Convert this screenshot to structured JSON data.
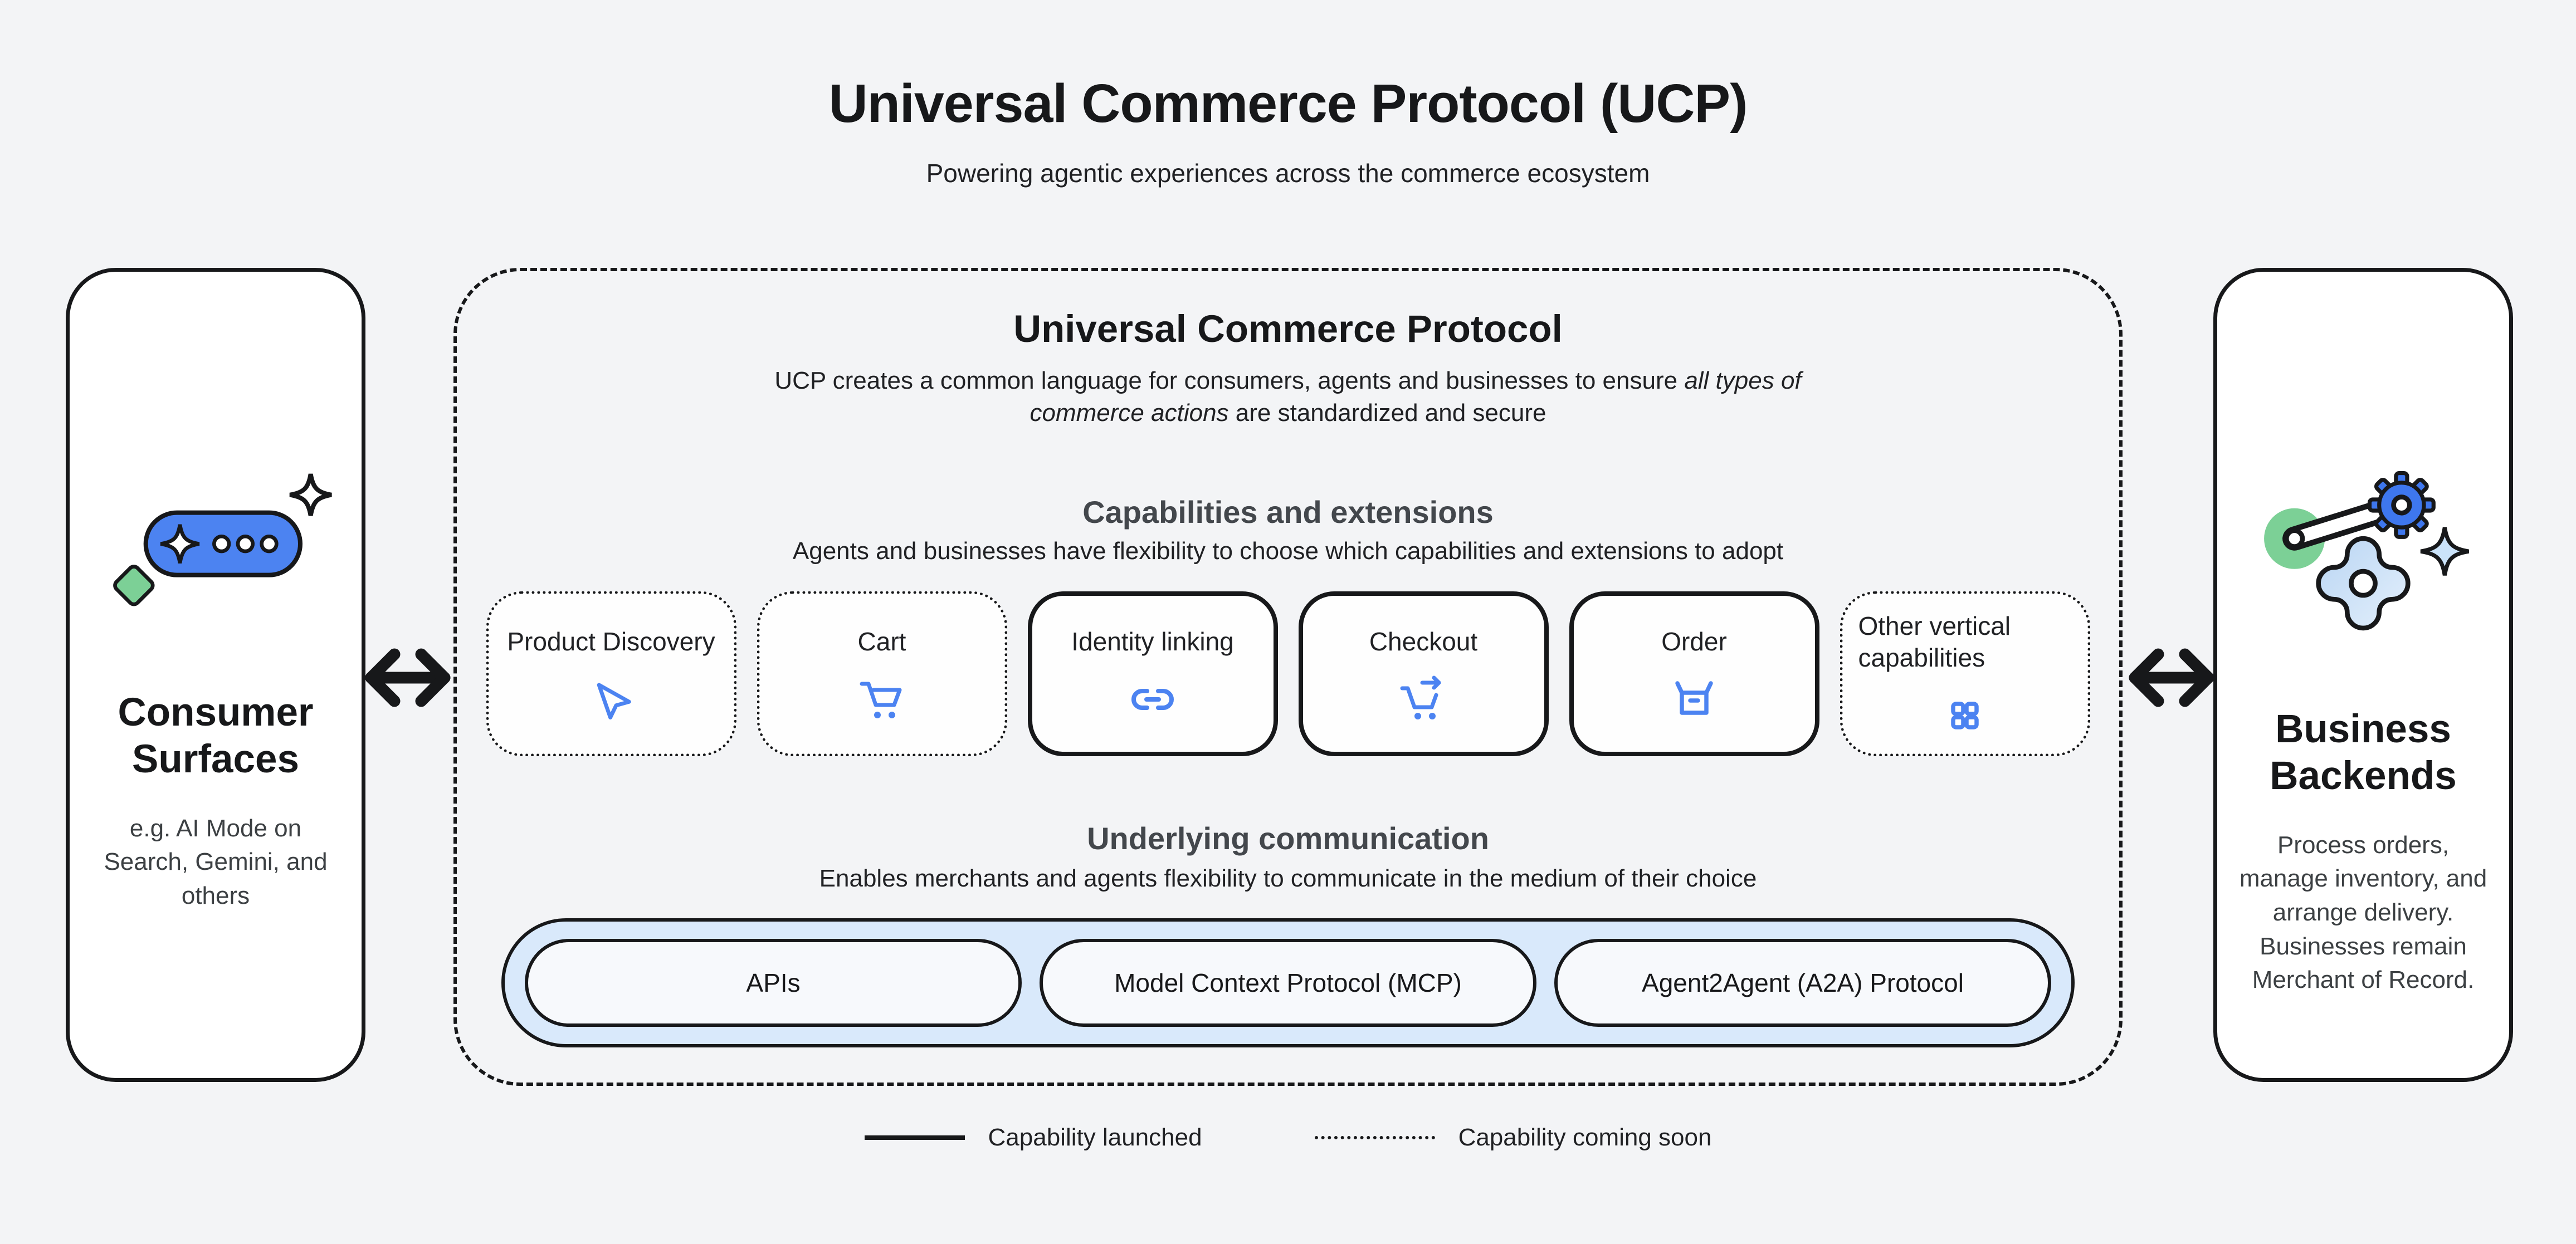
{
  "header": {
    "title": "Universal Commerce Protocol (UCP)",
    "subtitle": "Powering agentic experiences across the commerce ecosystem"
  },
  "consumer_card": {
    "title": "Consumer Surfaces",
    "caption": "e.g. AI Mode on Search, Gemini, and others",
    "icon": "ai-chat-pill-icon"
  },
  "business_card": {
    "title": "Business Backends",
    "caption": "Process orders, manage inventory, and arrange delivery. Businesses remain Merchant of Record.",
    "icon": "gears-icon"
  },
  "ucp": {
    "title": "Universal Commerce Protocol",
    "description_prefix": "UCP creates a common language for consumers, agents and businesses to ensure ",
    "description_italic": "all types of commerce actions",
    "description_suffix": " are standardized and secure",
    "capabilities_section": {
      "title": "Capabilities and extensions",
      "subtitle": "Agents and businesses have flexibility to choose which capabilities and extensions to adopt",
      "items": [
        {
          "label": "Product Discovery",
          "status": "coming-soon",
          "icon": "navigation-arrow-icon"
        },
        {
          "label": "Cart",
          "status": "coming-soon",
          "icon": "shopping-cart-icon"
        },
        {
          "label": "Identity linking",
          "status": "launched",
          "icon": "link-icon"
        },
        {
          "label": "Checkout",
          "status": "launched",
          "icon": "cart-checkout-icon"
        },
        {
          "label": "Order",
          "status": "launched",
          "icon": "open-box-icon"
        },
        {
          "label": "Other vertical capabilities",
          "status": "coming-soon",
          "icon": "grid-icon"
        }
      ]
    },
    "communication_section": {
      "title": "Underlying communication",
      "subtitle": "Enables merchants and agents flexibility to communicate in the medium of their choice",
      "channels": [
        "APIs",
        "Model Context Protocol (MCP)",
        "Agent2Agent (A2A) Protocol"
      ]
    }
  },
  "legend": {
    "launched": "Capability launched",
    "coming_soon": "Capability coming soon"
  },
  "colors": {
    "accent_blue": "#4c83f1",
    "deep_blue": "#3e77ee",
    "light_blue_bar": "#d9e9fb",
    "light_blue_fill": "#cbe3fa",
    "green": "#7cd096",
    "ink": "#17181a",
    "background": "#f3f4f6"
  }
}
